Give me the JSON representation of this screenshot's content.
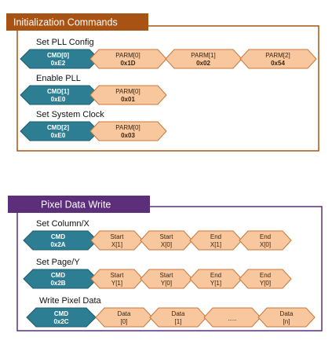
{
  "colors": {
    "section1_accent": "#a85314",
    "section2_accent": "#5d2e7a",
    "cmd_fill": "#2d7e93",
    "cmd_stroke": "#1f5c6c",
    "parm_fill": "#f9c79d",
    "parm_stroke": "#c7773a"
  },
  "sections": [
    {
      "title": "Initialization Commands",
      "rows": [
        {
          "label": "Set PLL Config",
          "cmd": [
            "CMD[0]",
            "0xE2"
          ],
          "params": [
            [
              "PARM[0]",
              "0x1D"
            ],
            [
              "PARM[1]",
              "0x02"
            ],
            [
              "PARM[2]",
              "0x54"
            ]
          ]
        },
        {
          "label": "Enable PLL",
          "cmd": [
            "CMD[1]",
            "0xE0"
          ],
          "params": [
            [
              "PARM[0]",
              "0x01"
            ]
          ]
        },
        {
          "label": "Set System Clock",
          "cmd": [
            "CMD[2]",
            "0xE0"
          ],
          "params": [
            [
              "PARM[0]",
              "0x03"
            ]
          ]
        }
      ]
    },
    {
      "title": "Pixel Data Write",
      "rows": [
        {
          "label": "Set Column/X",
          "cmd": [
            "CMD",
            "0x2A"
          ],
          "params": [
            [
              "Start",
              "X[1]"
            ],
            [
              "Start",
              "X[0]"
            ],
            [
              "End",
              "X[1]"
            ],
            [
              "End",
              "X[0]"
            ]
          ]
        },
        {
          "label": "Set Page/Y",
          "cmd": [
            "CMD",
            "0x2B"
          ],
          "params": [
            [
              "Start",
              "Y[1]"
            ],
            [
              "Start",
              "Y[0]"
            ],
            [
              "End",
              "Y[1]"
            ],
            [
              "End",
              "Y[0]"
            ]
          ]
        },
        {
          "label": "Write Pixel Data",
          "cmd": [
            "CMD",
            "0x2C"
          ],
          "params": [
            [
              "Data",
              "[0]"
            ],
            [
              "Data",
              "[1]"
            ],
            [
              "",
              "....."
            ],
            [
              "Data",
              "[n]"
            ]
          ]
        }
      ]
    }
  ]
}
